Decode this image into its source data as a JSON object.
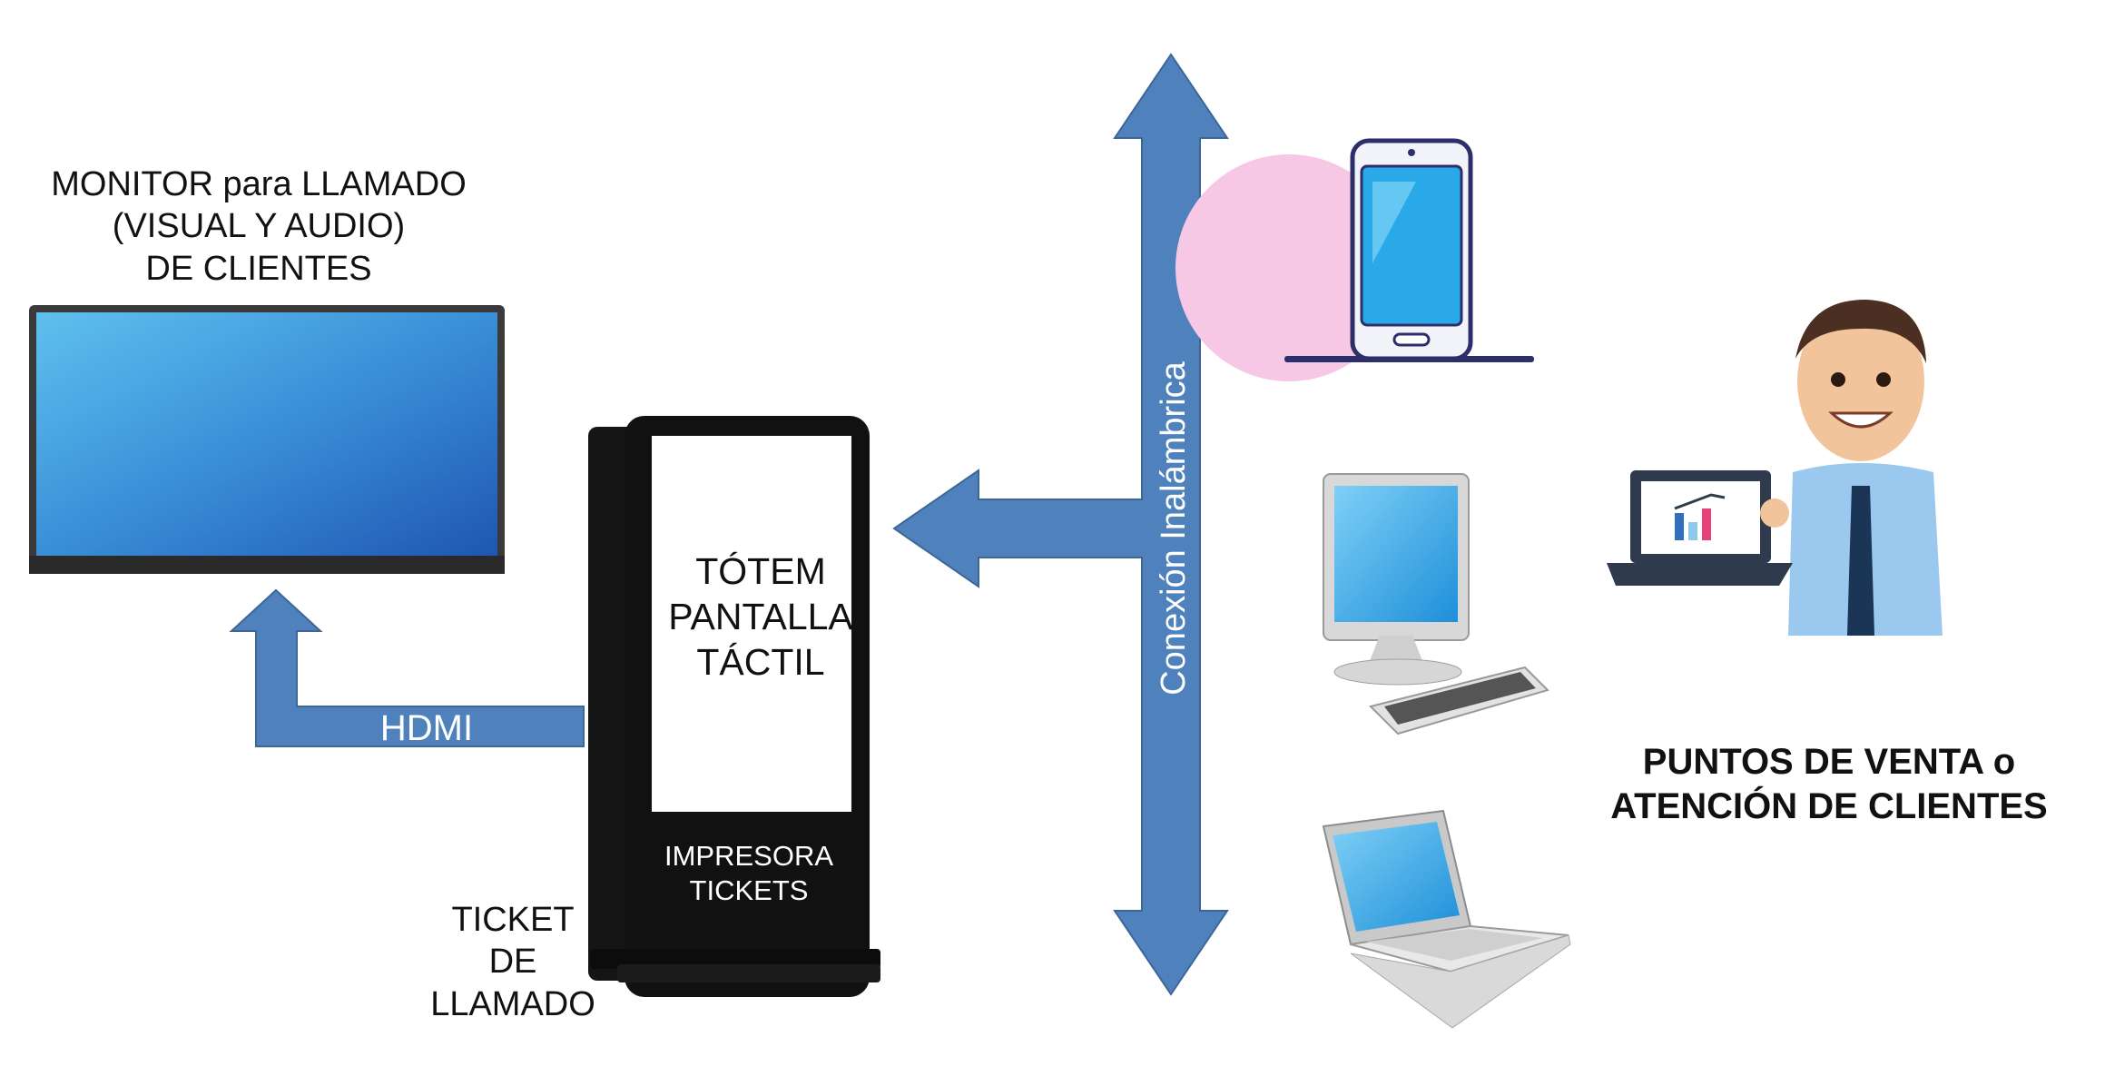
{
  "colors": {
    "arrow_fill": "#4f81bd",
    "arrow_stroke": "#3c6696",
    "monitor_screen": "#2f73c9",
    "totem_body": "#111111",
    "phone_circle": "#f7c8e6"
  },
  "monitor_label": [
    "MONITOR para LLAMADO",
    "(VISUAL Y AUDIO)",
    "DE CLIENTES"
  ],
  "hdmi_label": "HDMI",
  "totem_screen_label": [
    "TÓTEM",
    "PANTALLA",
    "TÁCTIL"
  ],
  "printer_label": [
    "IMPRESORA",
    "TICKETS"
  ],
  "ticket_label": [
    "TICKET",
    "DE",
    "LLAMADO"
  ],
  "wireless_label": "Conexión Inalámbrica",
  "sales_points_label": [
    "PUNTOS DE VENTA o",
    "ATENCIÓN DE CLIENTES"
  ],
  "icons": [
    "monitor-icon",
    "kiosk-totem-icon",
    "smartphone-icon",
    "desktop-computer-icon",
    "laptop-icon",
    "salesperson-with-laptop-icon"
  ]
}
